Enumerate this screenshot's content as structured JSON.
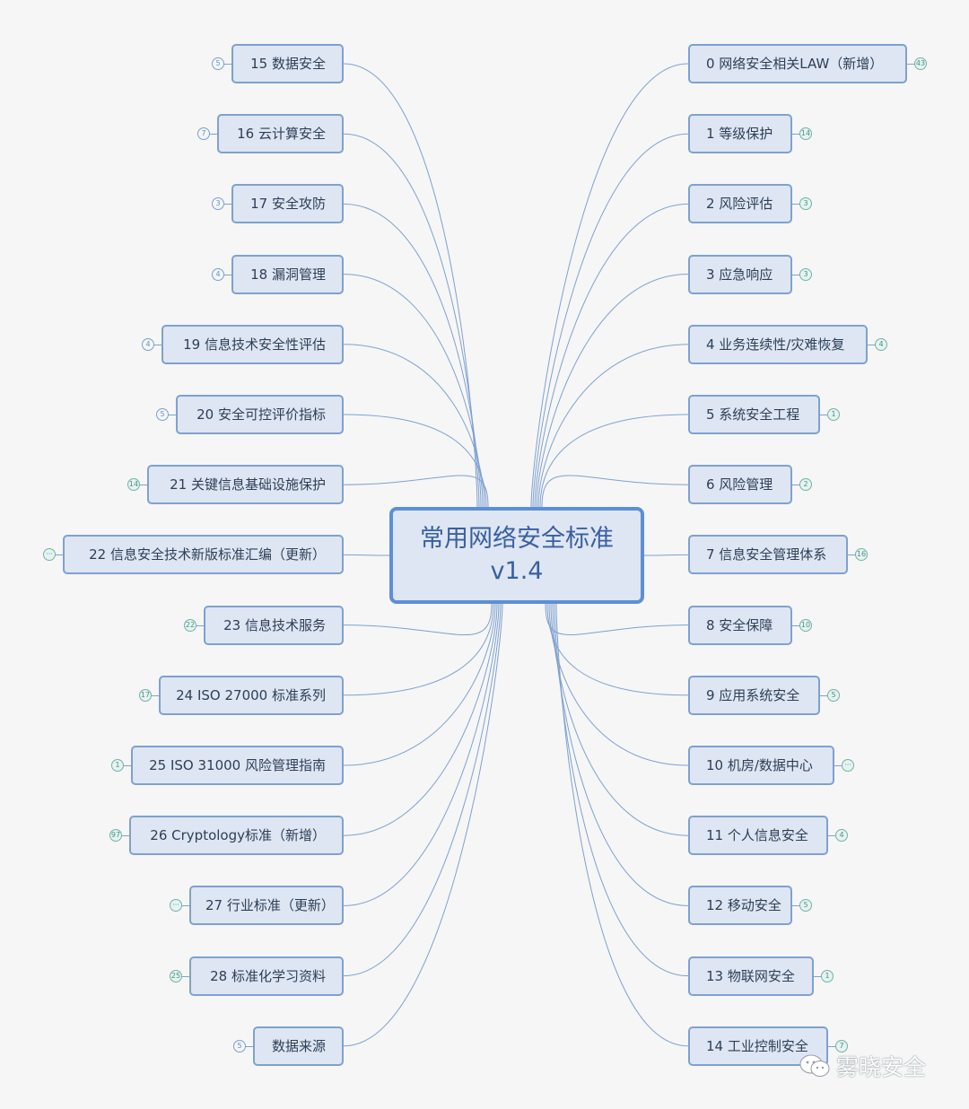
{
  "root": {
    "line1": "常用网络安全标准",
    "line2": "v1.4"
  },
  "left_nodes": [
    {
      "label": "15 数据安全",
      "badge": "5"
    },
    {
      "label": "16 云计算安全",
      "badge": "7"
    },
    {
      "label": "17 安全攻防",
      "badge": "3"
    },
    {
      "label": "18 漏洞管理",
      "badge": "4"
    },
    {
      "label": "19 信息技术安全性评估",
      "badge": "4"
    },
    {
      "label": "20 安全可控评价指标",
      "badge": "5"
    },
    {
      "label": "21 关键信息基础设施保护",
      "badge": "14"
    },
    {
      "label": "22 信息安全技术新版标准汇编（更新）",
      "badge": "···"
    },
    {
      "label": "23 信息技术服务",
      "badge": "22"
    },
    {
      "label": "24 ISO 27000 标准系列",
      "badge": "17"
    },
    {
      "label": "25 ISO 31000 风险管理指南",
      "badge": "1"
    },
    {
      "label": "26 Cryptology标准（新增）",
      "badge": "97"
    },
    {
      "label": "27 行业标准（更新）",
      "badge": "···"
    },
    {
      "label": "28 标准化学习资料",
      "badge": "25"
    },
    {
      "label": "数据来源",
      "badge": "5"
    }
  ],
  "right_nodes": [
    {
      "label": "0 网络安全相关LAW（新增）",
      "badge": "43"
    },
    {
      "label": "1 等级保护",
      "badge": "14"
    },
    {
      "label": "2 风险评估",
      "badge": "3"
    },
    {
      "label": "3 应急响应",
      "badge": "3"
    },
    {
      "label": "4 业务连续性/灾难恢复",
      "badge": "4"
    },
    {
      "label": "5 系统安全工程",
      "badge": "1"
    },
    {
      "label": "6 风险管理",
      "badge": "2"
    },
    {
      "label": "7 信息安全管理体系",
      "badge": "16"
    },
    {
      "label": "8 安全保障",
      "badge": "10"
    },
    {
      "label": "9 应用系统安全",
      "badge": "5"
    },
    {
      "label": "10 机房/数据中心",
      "badge": "···"
    },
    {
      "label": "11 个人信息安全",
      "badge": "4"
    },
    {
      "label": "12 移动安全",
      "badge": "5"
    },
    {
      "label": "13 物联网安全",
      "badge": "1"
    },
    {
      "label": "14 工业控制安全",
      "badge": "7"
    }
  ],
  "watermark": {
    "text": "雾晓安全",
    "icon": "wechat-icon"
  },
  "colors": {
    "node_fill": "#dde6f2",
    "node_border": "#7fa1cf",
    "root_border": "#5d8fd6",
    "link": "#7fa1cf",
    "badge_green": "#6fb3a7"
  }
}
